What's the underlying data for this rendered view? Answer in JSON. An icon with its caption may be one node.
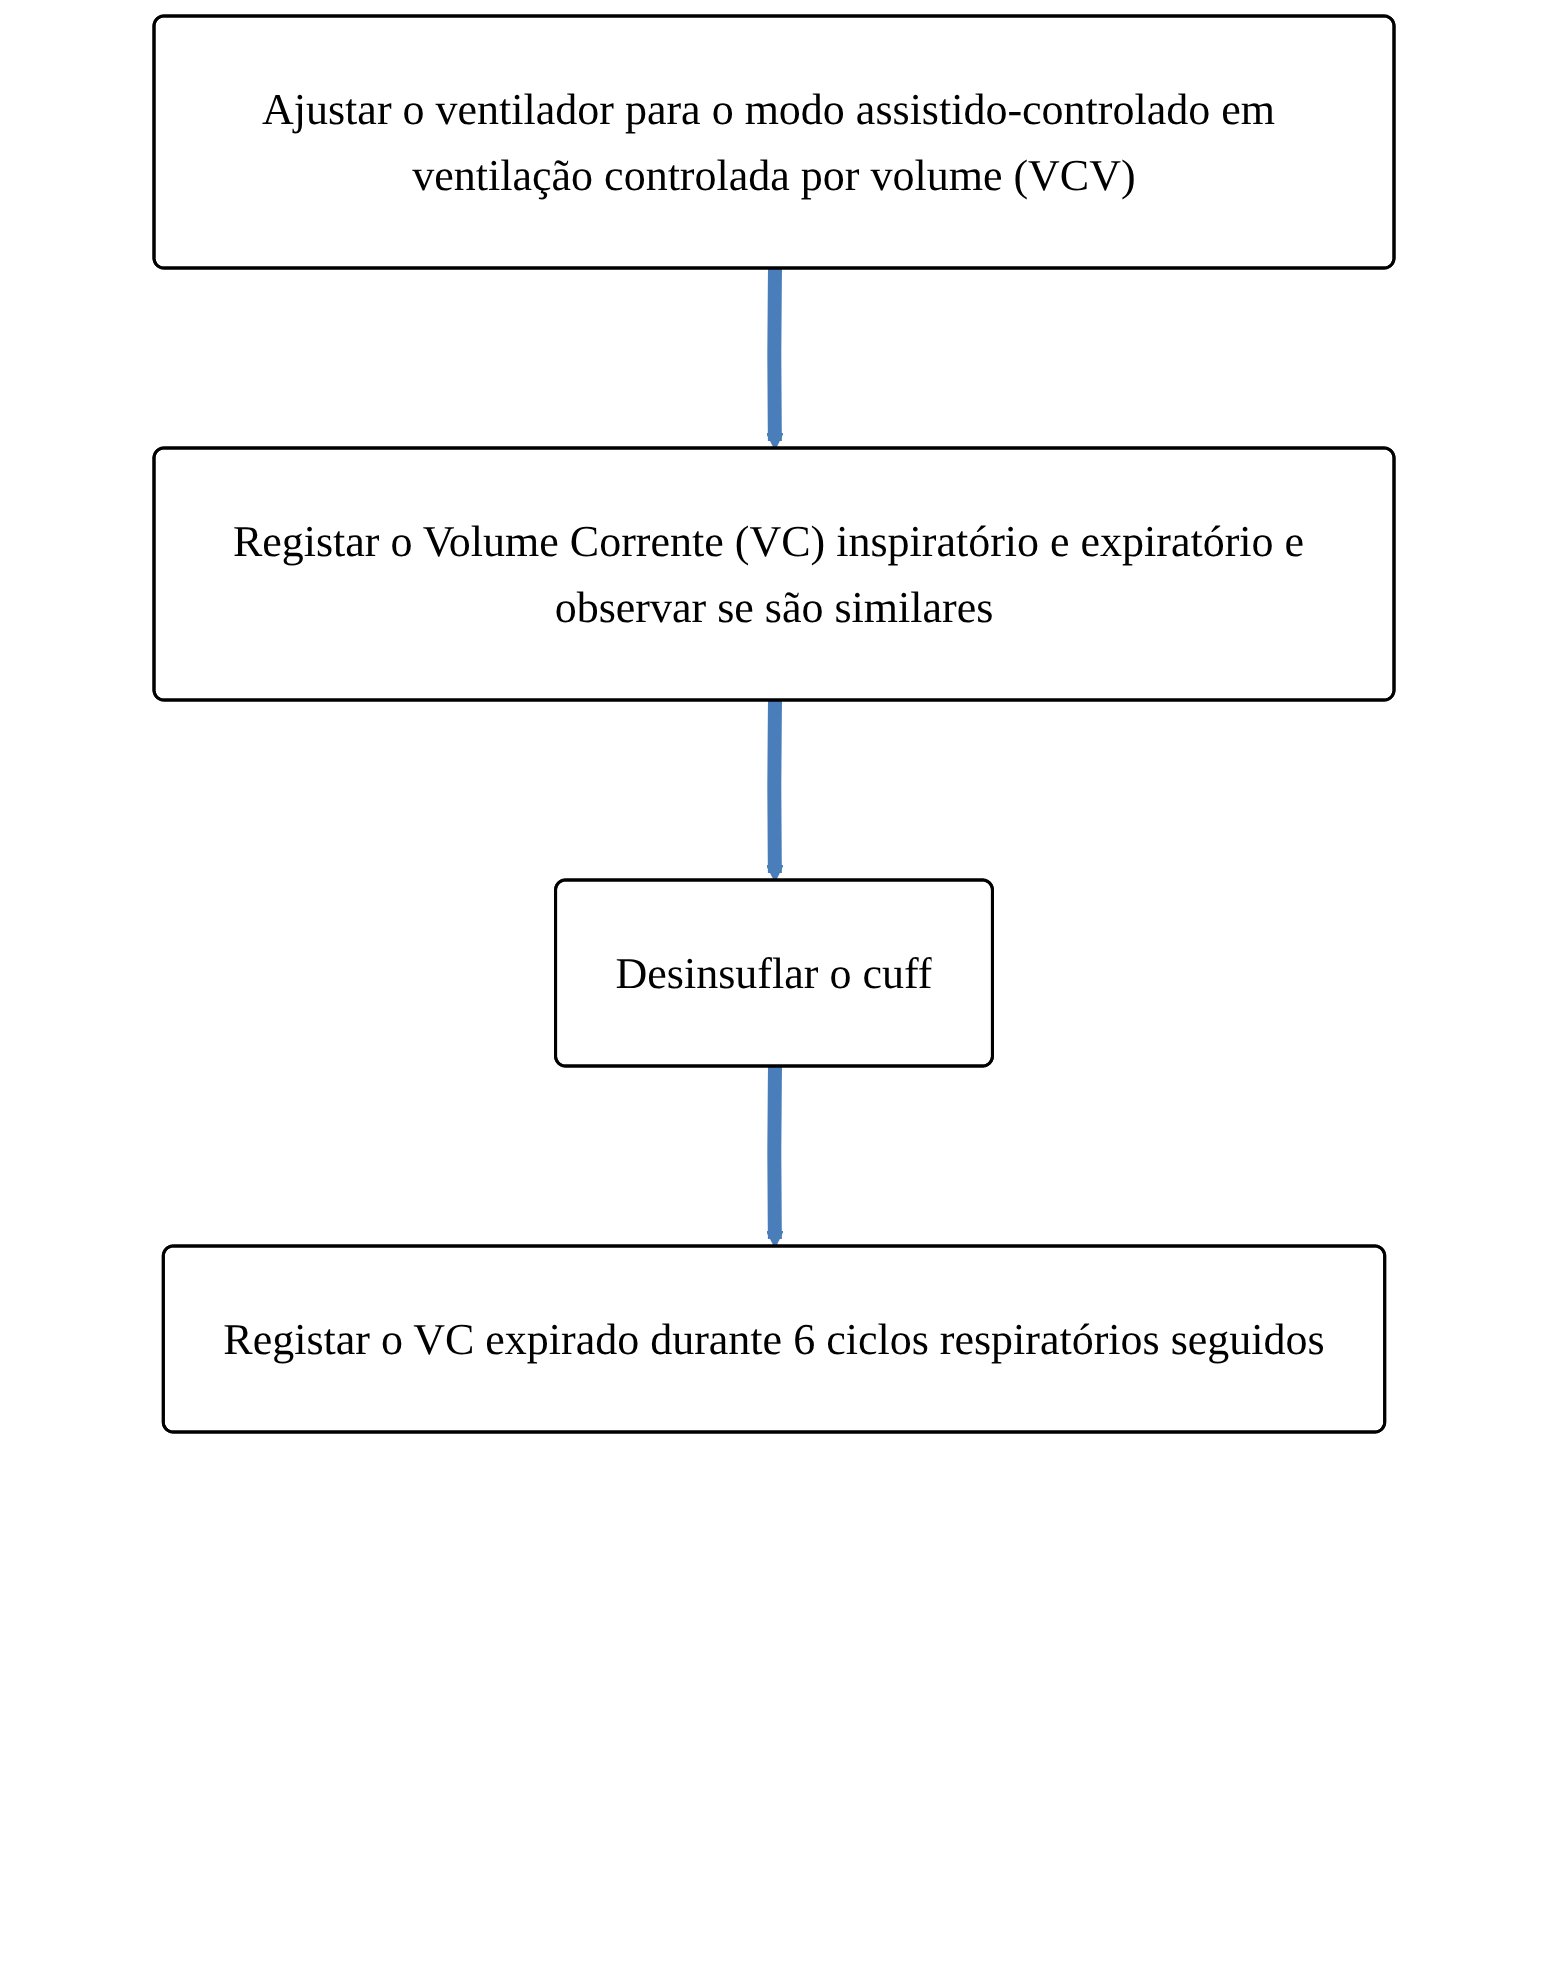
{
  "diagram": {
    "nodes": [
      {
        "text": [
          "Ajustar o ventilador para o modo assistido-controlado em ventilação controlada por volume (VCV)"
        ]
      },
      {
        "text": [
          "Registar o Volume Corrente (VC) inspiratório e expiratório e observar se são similares"
        ]
      },
      {
        "text": [
          "Desinsuflar o cuff"
        ]
      },
      {
        "text": [
          "Registar o VC expirado durante 6 ciclos respiratórios seguidos"
        ]
      }
    ],
    "edges": [
      {
        "from": 0,
        "to": 1,
        "arrow": "to"
      },
      {
        "from": 1,
        "to": 2,
        "arrow": "to"
      },
      {
        "from": 2,
        "to": 3,
        "arrow": "to"
      }
    ]
  }
}
